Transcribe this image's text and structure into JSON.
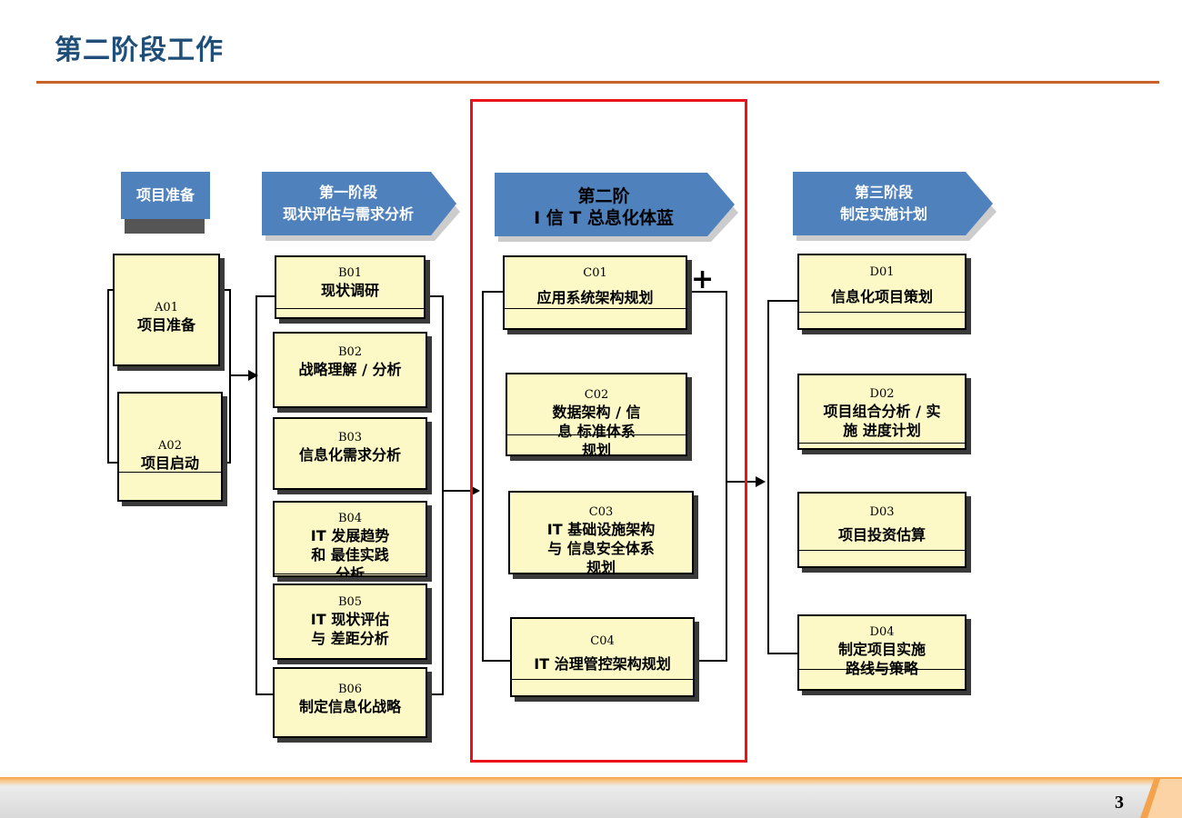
{
  "title": "第二阶段工作",
  "phases": {
    "prep": {
      "line1": "项目准备"
    },
    "one": {
      "line1": "第一阶段",
      "line2": "现状评估与需求分析"
    },
    "two": {
      "line1": "第二阶",
      "line2": "I 信 T 总息化体蓝"
    },
    "three": {
      "line1": "第三阶段",
      "line2": "制定实施计划"
    }
  },
  "boxes": {
    "a01": {
      "code": "A01",
      "name": "项目准备"
    },
    "a02": {
      "code": "A02",
      "name": "项目启动"
    },
    "b01": {
      "code": "B01",
      "name": "现状调研"
    },
    "b02": {
      "code": "B02",
      "name": "战略理解 / 分析"
    },
    "b03": {
      "code": "B03",
      "name": "信息化需求分析"
    },
    "b04": {
      "code": "B04",
      "name": "IT 发展趋势\n和 最佳实践\n分析"
    },
    "b05": {
      "code": "B05",
      "name": "IT 现状评估\n与 差距分析"
    },
    "b06": {
      "code": "B06",
      "name": "制定信息化战略"
    },
    "c01": {
      "code": "C01",
      "name": "应用系统架构规划"
    },
    "c02": {
      "code": "C02",
      "name": "数据架构 / 信\n息 标准体系\n规划"
    },
    "c03": {
      "code": "C03",
      "name": "IT 基础设施架构\n与 信息安全体系\n规划"
    },
    "c04": {
      "code": "C04",
      "name": "IT 治理管控架构规划"
    },
    "d01": {
      "code": "D01",
      "name": "信息化项目策划"
    },
    "d02": {
      "code": "D02",
      "name": "项目组合分析 / 实\n施 进度计划"
    },
    "d03": {
      "code": "D03",
      "name": "项目投资估算"
    },
    "d04": {
      "code": "D04",
      "name": "制定项目实施\n路线与策略"
    }
  },
  "plus_sign": "+",
  "page_number": "3",
  "colors": {
    "phase_blue": "#4f81bd",
    "box_fill": "#fcf9c6",
    "highlight": "#e8141a",
    "title": "#1f4e79",
    "rule": "#c8602a"
  }
}
